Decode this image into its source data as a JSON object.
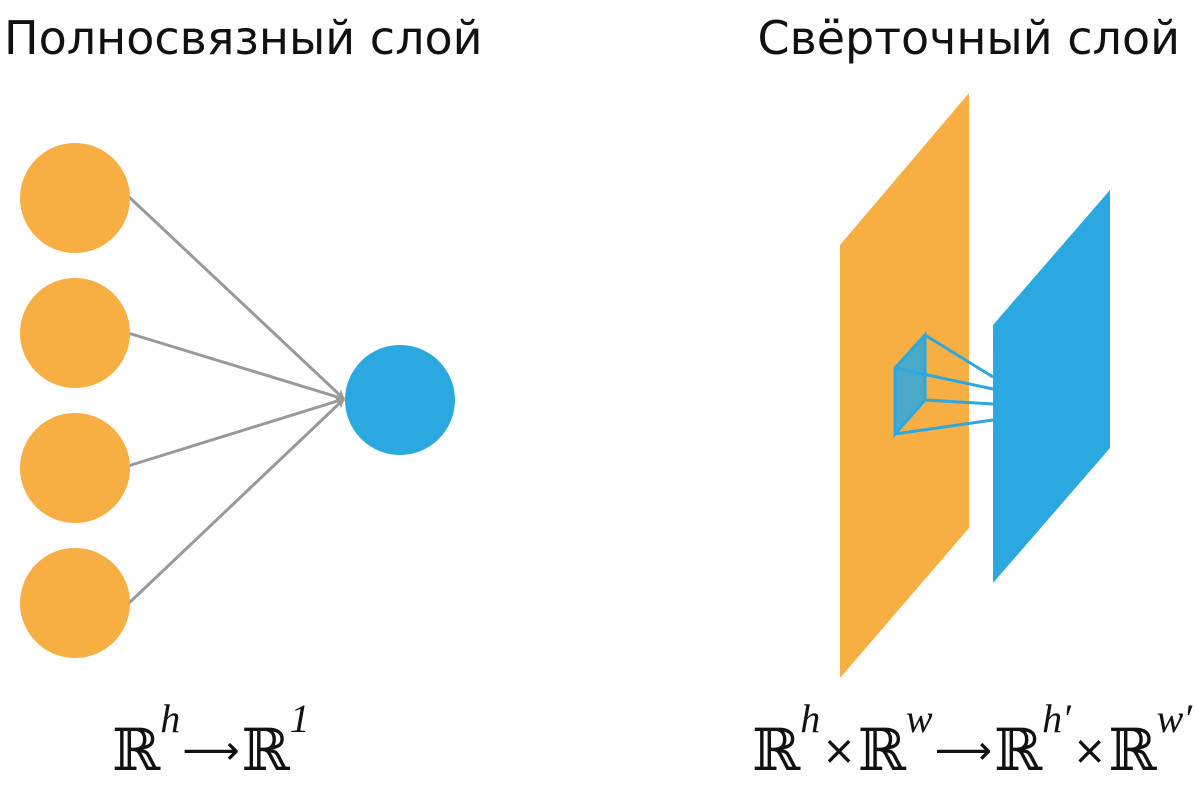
{
  "titles": {
    "left": "Полносвязный слой",
    "right": "Свёрточный слой"
  },
  "colors": {
    "input": "#F7AE42",
    "output": "#2BA8E0",
    "arrow": "#999999",
    "text": "#111111"
  },
  "formula_left": {
    "domain": "ℝ",
    "domain_exp": "h",
    "arrow": "⟶",
    "codomain": "ℝ",
    "codomain_exp": "1"
  },
  "formula_right": {
    "r1": "ℝ",
    "r1_exp": "h",
    "times1": "×",
    "r2": "ℝ",
    "r2_exp": "w",
    "arrow": "⟶",
    "r3": "ℝ",
    "r3_exp": "h′",
    "times2": "×",
    "r4": "ℝ",
    "r4_exp": "w′"
  }
}
